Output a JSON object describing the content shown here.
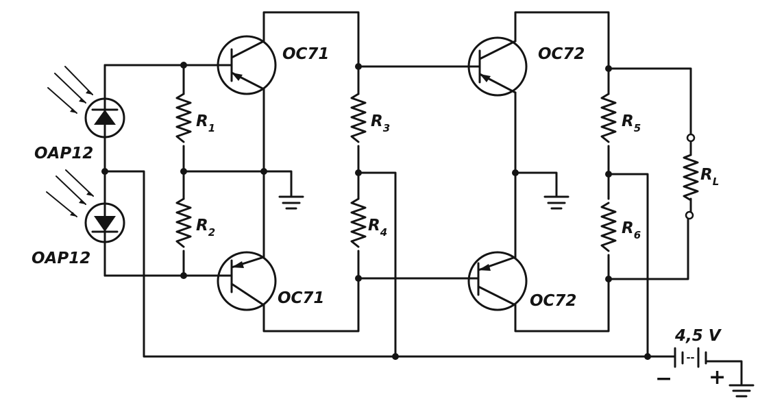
{
  "transistors": {
    "q1": "OC71",
    "q2": "OC71",
    "q3": "OC72",
    "q4": "OC72"
  },
  "photodiodes": {
    "d1": "OAP12",
    "d2": "OAP12"
  },
  "resistors": {
    "r1": {
      "letter": "R",
      "sub": "1"
    },
    "r2": {
      "letter": "R",
      "sub": "2"
    },
    "r3": {
      "letter": "R",
      "sub": "3"
    },
    "r4": {
      "letter": "R",
      "sub": "4"
    },
    "r5": {
      "letter": "R",
      "sub": "5"
    },
    "r6": {
      "letter": "R",
      "sub": "6"
    },
    "rl": {
      "letter": "R",
      "sub": "L"
    }
  },
  "battery": {
    "voltage": "4,5 V",
    "minus": "−",
    "plus": "+"
  }
}
